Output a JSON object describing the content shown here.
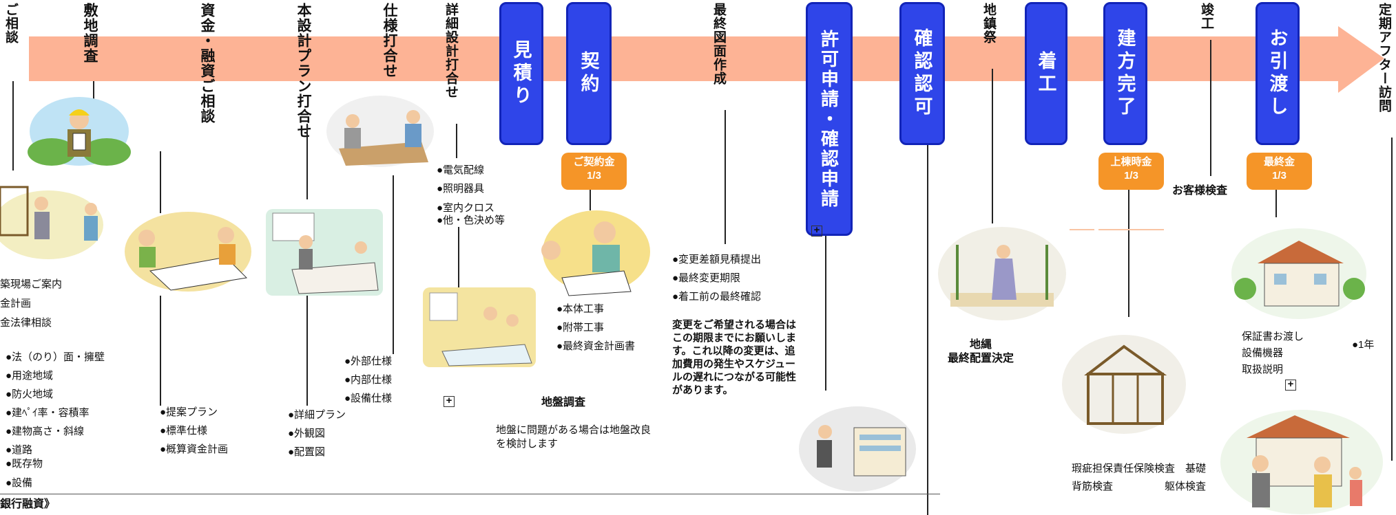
{
  "steps_vertical": {
    "consult": "ご相談",
    "site_survey": "敷地調査",
    "funding": "資金・融資ご相談",
    "plan_meeting": "本設計プラン打合せ",
    "spec_meeting": "仕様打合せ",
    "detail_meeting": "詳細設計打合せ",
    "final_drawing": "最終図面作成",
    "groundbreaking": "地鎮祭",
    "completion": "竣工",
    "after_visit": "定期アフター訪問"
  },
  "milestones": {
    "estimate": "見積り",
    "contract": "契約",
    "permit": "許可申請・確認申請",
    "approval": "確認認可",
    "construction": "着工",
    "framing": "建方完了",
    "handover": "お引渡し"
  },
  "payments": {
    "contract": {
      "label": "ご契約金",
      "ratio": "1/3"
    },
    "framing": {
      "label": "上棟時金",
      "ratio": "1/3"
    },
    "final": {
      "label": "最終金",
      "ratio": "1/3"
    }
  },
  "lists": {
    "consult": [
      "築現場ご案内",
      "金計画",
      "金法律相談"
    ],
    "site": [
      "●法（のり）面・擁壁",
      "●用途地域",
      "●防火地域",
      "●建ﾍﾟｲ率・容積率",
      "●建物高さ・斜線",
      "●道路",
      "●既存物",
      "●設備"
    ],
    "funding": [
      "●提案プラン",
      "●標準仕様",
      "●概算資金計画"
    ],
    "plan": [
      "●詳細プラン",
      "●外観図",
      "●配置図"
    ],
    "spec": [
      "●外部仕様",
      "●内部仕様",
      "●設備仕様"
    ],
    "detail": [
      "●電気配線",
      "●照明器具",
      "●室内クロス",
      "●他・色決め等"
    ],
    "contract": [
      "●本体工事",
      "●附帯工事",
      "●最終資金計画書"
    ],
    "final_drawing": [
      "●変更差額見積提出",
      "●最終変更期限",
      "●着工前の最終確認"
    ],
    "handover": [
      "保証書お渡し",
      "設備機器",
      "取扱説明"
    ]
  },
  "notes": {
    "change_warning": "変更をご希望される場合は\nこの期限までにお願いしま\nす。これ以降の変更は、追\n加費用の発生やスケジュー\nルの遅れにつながる可能性\nがあります。",
    "ground_survey_title": "地盤調査",
    "ground_survey_body": "地盤に問題がある場合は地盤改良\nを検討します",
    "jinawa": "地縄\n最終配置決定",
    "customer_inspection": "お客様検査",
    "after_1year": "●1年",
    "inspections_1": "瑕疵担保責任保険検査　基礎",
    "inspections_2": "背筋検査　　　　　躯体検査",
    "bank_loan": "銀行融資》"
  },
  "colors": {
    "arrow": "#fdb395",
    "milestone": "#2f45e9",
    "payment": "#f59528"
  }
}
